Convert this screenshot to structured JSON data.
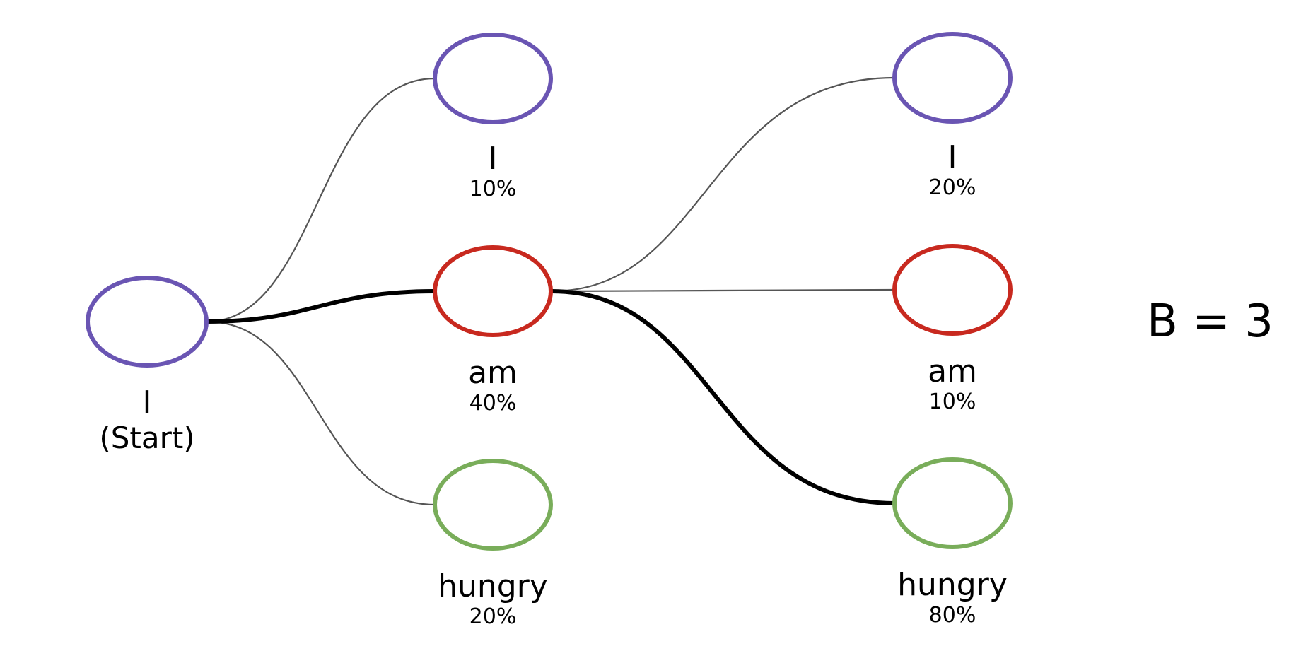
{
  "colors": {
    "purple": "#6a55b3",
    "red": "#c8291f",
    "green": "#79ad5a",
    "thin_edge": "#555555",
    "best_edge": "#000000"
  },
  "beam_label": "B = 3",
  "nodes": [
    {
      "id": "start",
      "word": "I",
      "pct": "(Start)",
      "color": "purple"
    },
    {
      "id": "s1_i",
      "word": "I",
      "pct": "10%",
      "color": "purple"
    },
    {
      "id": "s1_am",
      "word": "am",
      "pct": "40%",
      "color": "red"
    },
    {
      "id": "s1_hungry",
      "word": "hungry",
      "pct": "20%",
      "color": "green"
    },
    {
      "id": "s2_i",
      "word": "I",
      "pct": "20%",
      "color": "purple"
    },
    {
      "id": "s2_am",
      "word": "am",
      "pct": "10%",
      "color": "red"
    },
    {
      "id": "s2_hungry",
      "word": "hungry",
      "pct": "80%",
      "color": "green"
    }
  ],
  "edges": [
    {
      "from": "start",
      "to": "s1_i",
      "best": false
    },
    {
      "from": "start",
      "to": "s1_am",
      "best": true
    },
    {
      "from": "start",
      "to": "s1_hungry",
      "best": false
    },
    {
      "from": "s1_am",
      "to": "s2_i",
      "best": false
    },
    {
      "from": "s1_am",
      "to": "s2_am",
      "best": false
    },
    {
      "from": "s1_am",
      "to": "s2_hungry",
      "best": true
    }
  ]
}
